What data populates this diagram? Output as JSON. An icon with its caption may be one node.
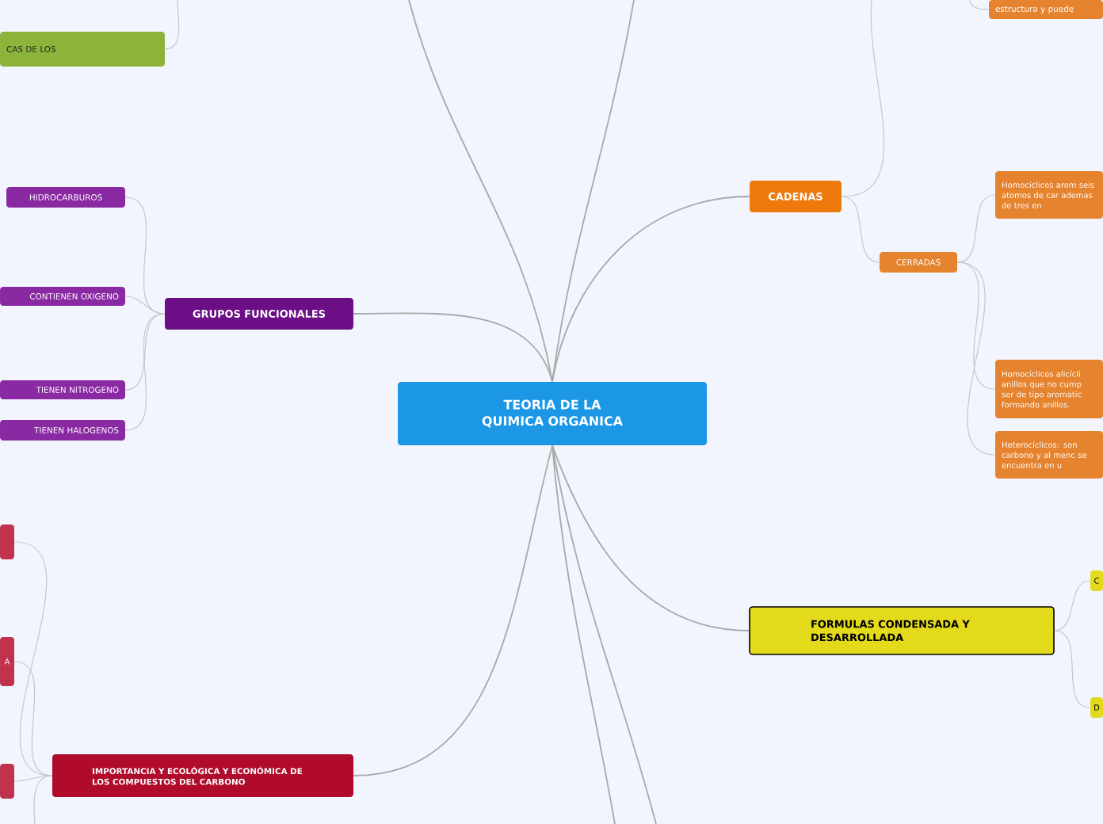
{
  "diagram": {
    "nodes": [
      {
        "text": [
          "TEORIA DE LA QUIMICA ORGANICA"
        ]
      },
      {
        "text": [
          "CADENAS"
        ]
      },
      {
        "text": [
          "estructura y puede"
        ]
      },
      {
        "text": [
          "CERRADAS"
        ]
      },
      {
        "text": [
          "Homocíclicos arom seis atomos de car ademas de tres en"
        ]
      },
      {
        "text": [
          "Homocíclicos alicícli anillos que no cump ser de tipo aromatic formando anillos."
        ]
      },
      {
        "text": [
          "Heterocíclicos: son carbono y al menc se encuentra en u"
        ]
      },
      {
        "text": [
          "GRUPOS FUNCIONALES"
        ]
      },
      {
        "text": [
          "HIDROCARBUROS"
        ]
      },
      {
        "text": [
          "CONTIENEN OXIGENO"
        ]
      },
      {
        "text": [
          "TIENEN NITROGENO"
        ]
      },
      {
        "text": [
          "TIENEN HALOGENOS"
        ]
      },
      {
        "text": [
          "CAS DE LOS"
        ]
      },
      {
        "text": [
          "IMPORTANCIA Y ECOLÓGICA Y ECONÓMICA DE LOS COMPUESTOS DEL CARBONO"
        ]
      },
      {
        "text": [],
        "shape": "box"
      },
      {
        "text": [
          "A"
        ]
      },
      {
        "text": [],
        "shape": "box"
      },
      {
        "text": [
          "FORMULAS CONDENSADA Y DESARROLLADA"
        ]
      },
      {
        "text": [
          "C"
        ]
      },
      {
        "text": [
          "D"
        ]
      }
    ],
    "edges": [
      {
        "from": 0,
        "to": 1,
        "arrow": "none"
      },
      {
        "from": 0,
        "to": 7,
        "arrow": "none"
      },
      {
        "from": 0,
        "to": 13,
        "arrow": "none"
      },
      {
        "from": 0,
        "to": 17,
        "arrow": "none"
      },
      {
        "from": 0,
        "to": null,
        "arrow": "none"
      },
      {
        "from": 0,
        "to": null,
        "arrow": "none"
      },
      {
        "from": 0,
        "to": null,
        "arrow": "none"
      },
      {
        "from": 0,
        "to": null,
        "arrow": "none"
      },
      {
        "from": 1,
        "to": null,
        "arrow": "none"
      },
      {
        "from": 1,
        "to": 3,
        "arrow": "none"
      },
      {
        "from": 3,
        "to": 4,
        "arrow": "none"
      },
      {
        "from": 3,
        "to": 5,
        "arrow": "none"
      },
      {
        "from": 3,
        "to": 6,
        "arrow": "none"
      },
      {
        "from": 7,
        "to": 8,
        "arrow": "none"
      },
      {
        "from": 7,
        "to": 9,
        "arrow": "none"
      },
      {
        "from": 7,
        "to": 10,
        "arrow": "none"
      },
      {
        "from": 7,
        "to": 11,
        "arrow": "none"
      },
      {
        "from": null,
        "to": 12,
        "arrow": "none"
      },
      {
        "from": 13,
        "to": 14,
        "arrow": "none"
      },
      {
        "from": 13,
        "to": 15,
        "arrow": "none"
      },
      {
        "from": 13,
        "to": 16,
        "arrow": "none"
      },
      {
        "from": 13,
        "to": null,
        "arrow": "none"
      },
      {
        "from": 17,
        "to": 18,
        "arrow": "none"
      },
      {
        "from": 17,
        "to": 19,
        "arrow": "none"
      },
      {
        "from": null,
        "to": 2,
        "arrow": "none"
      }
    ]
  }
}
